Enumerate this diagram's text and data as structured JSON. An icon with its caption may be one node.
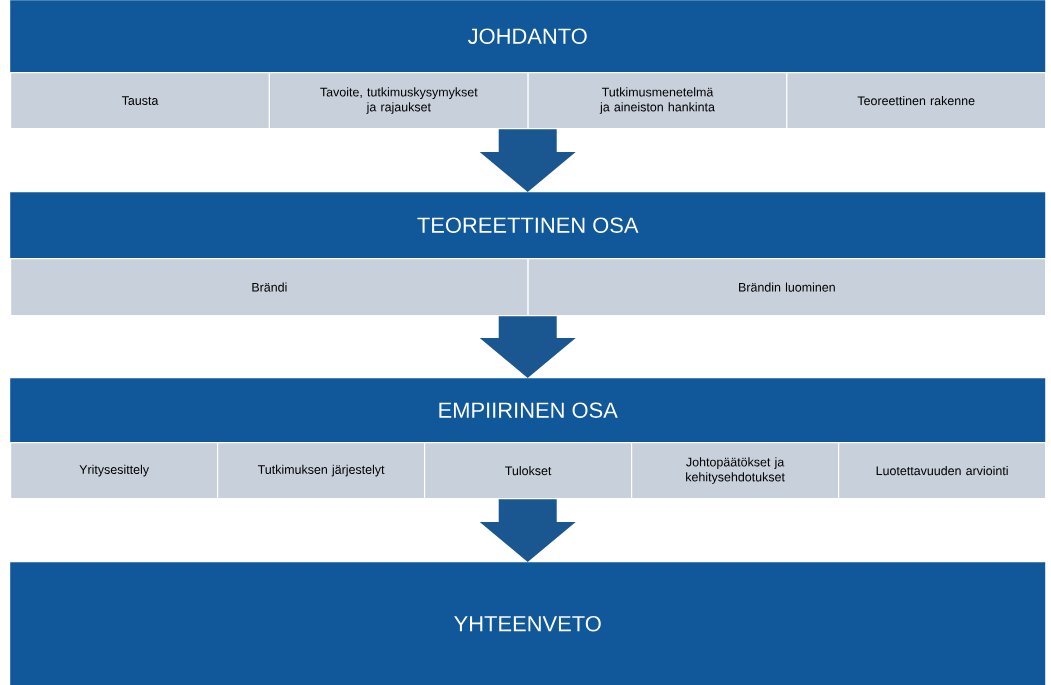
{
  "diagram": {
    "nodes": [
      {
        "text": [
          "JOHDANTO"
        ]
      },
      {
        "text": [
          "Tausta"
        ]
      },
      {
        "text": [
          "Tavoite, tutkimuskysymykset ja rajaukset"
        ]
      },
      {
        "text": [
          "Tutkimusmenetelmä ja aineiston hankinta"
        ]
      },
      {
        "text": [
          "Teoreettinen rakenne"
        ]
      },
      {
        "text": [
          "TEOREETTINEN OSA"
        ]
      },
      {
        "text": [
          "Brändi"
        ]
      },
      {
        "text": [
          "Brändin luominen"
        ]
      },
      {
        "text": [
          "EMPIIRINEN OSA"
        ]
      },
      {
        "text": [
          "Yritysesittely"
        ]
      },
      {
        "text": [
          "Tutkimuksen järjestelyt"
        ]
      },
      {
        "text": [
          "Tulokset"
        ]
      },
      {
        "text": [
          "Johtopäätökset ja kehitysehdotukset"
        ]
      },
      {
        "text": [
          "Luotettavuuden arviointi"
        ]
      },
      {
        "text": [
          "YHTEENVETO"
        ]
      }
    ],
    "edges": [
      {
        "from": 3,
        "to": 5,
        "arrow": "to"
      },
      {
        "from": 7,
        "to": 8,
        "arrow": "to"
      },
      {
        "from": 11,
        "to": 14,
        "arrow": "to"
      }
    ]
  }
}
